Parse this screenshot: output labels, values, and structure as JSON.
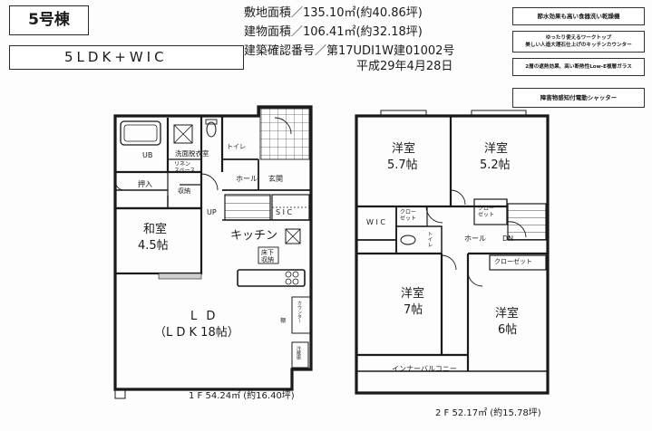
{
  "building": {
    "name": "5号棟",
    "layout_type": "5LDK+WIC"
  },
  "specs": {
    "land_area": "敷地面積／135.10㎡(約40.86坪)",
    "building_area": "建物面積／106.41㎡(約32.18坪)",
    "permit_number": "建築確認番号／第17UDI1W建01002号",
    "permit_date": "平成29年4月28日"
  },
  "features": [
    "節水効果も高い食器洗い乾燥機",
    "ゆったり使えるワークトップ\n美しい人造大理石仕上げのキッチンカウンター",
    "2層の遮熱効果、高い断熱性Low-E複層ガラス",
    "障害物感知付電動シャッター"
  ],
  "floor1": {
    "rooms": {
      "ub": "UB",
      "washroom": "洗面脱衣室",
      "toilet": "トイレ",
      "linen": "リネン\nスペース",
      "closet_oshiire": "押入",
      "storage": "収納",
      "hall": "ホール",
      "entrance": "玄関",
      "up": "UP",
      "sic": "S I C",
      "washitsu_name": "和室",
      "washitsu_size": "4.5帖",
      "kitchen": "キッチン",
      "underfloor": "床下\n収納",
      "ld_name": "L D",
      "ld_size": "（L D K 18帖）",
      "counter": "カウンター",
      "shelf": "棚",
      "fridge": "冷蔵庫"
    },
    "area": "1 F 54.24㎡ (約16.40坪)"
  },
  "floor2": {
    "rooms": {
      "w1_name": "洋室",
      "w1_size": "5.7帖",
      "w2_name": "洋室",
      "w2_size": "5.2帖",
      "wic": "W I C",
      "closet_a": "クロー\nゼット",
      "closet_b": "クロー\nゼット",
      "toilet": "トイレ",
      "hall": "ホール",
      "dn": "DN",
      "w3_name": "洋室",
      "w3_size": "7帖",
      "closet_c": "クローゼット",
      "w4_name": "洋室",
      "w4_size": "6帖",
      "balcony": "インナーバルコニー"
    },
    "area": "2 F 52.17㎡ (約15.78坪)"
  }
}
